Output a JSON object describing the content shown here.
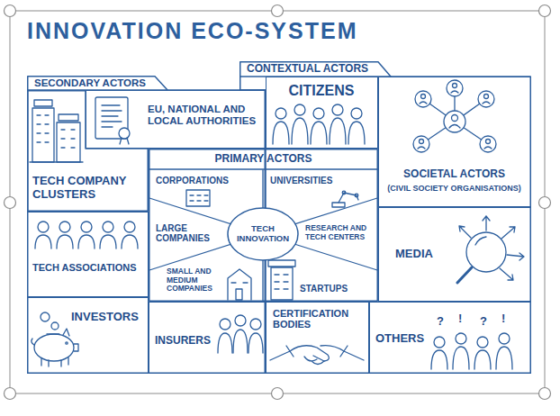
{
  "diagram": {
    "title": "INNOVATION ECO-SYSTEM",
    "nodes": [
      {
        "text": [
          "SECONDARY ACTORS"
        ]
      },
      {
        "text": [
          "TECH COMPANY CLUSTERS"
        ],
        "in": 0
      },
      {
        "text": [
          "EU, NATIONAL AND LOCAL AUTHORITIES"
        ],
        "in": 0
      },
      {
        "text": [
          "TECH ASSOCIATIONS"
        ],
        "in": 0
      },
      {
        "text": [
          "INVESTORS"
        ],
        "in": 0
      },
      {
        "text": [
          "INSURERS"
        ],
        "in": 0
      },
      {
        "text": [
          "CONTEXTUAL ACTORS"
        ]
      },
      {
        "text": [
          "CITIZENS"
        ],
        "in": 6
      },
      {
        "text": [
          "SOCIETAL ACTORS",
          "(CIVIL SOCIETY ORGANISATIONS)"
        ],
        "in": 6
      },
      {
        "text": [
          "MEDIA"
        ],
        "in": 6
      },
      {
        "text": [
          "CERTIFICATION BODIES"
        ],
        "in": 6
      },
      {
        "text": [
          "OTHERS"
        ],
        "in": 6
      },
      {
        "text": [
          "PRIMARY ACTORS",
          "CORPORATIONS",
          "UNIVERSITIES",
          "LARGE COMPANIES",
          "RESEARCH AND TECH CENTERS",
          "SMALL AND MEDIUM COMPANIES",
          "STARTUPS"
        ]
      },
      {
        "text": [
          "TECH INNOVATION"
        ],
        "in": 12
      }
    ],
    "labels": [
      "?",
      "!",
      "?",
      "!"
    ]
  }
}
